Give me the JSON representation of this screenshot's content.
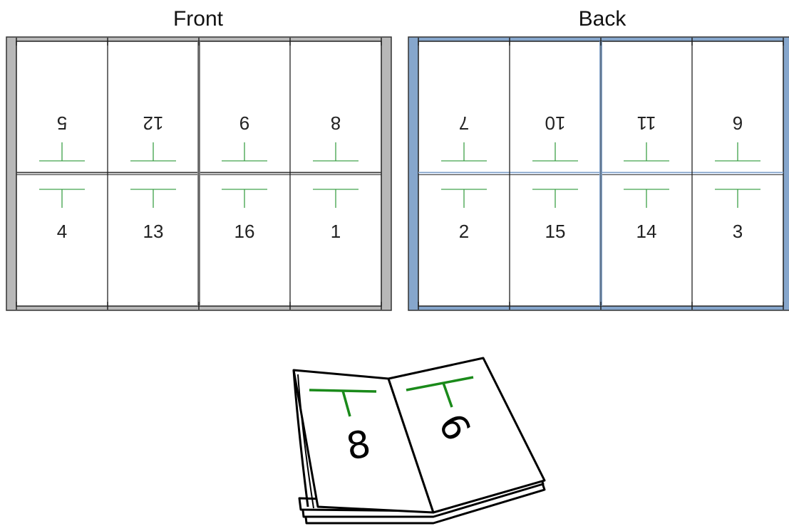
{
  "sheets": {
    "front": {
      "title": "Front",
      "frame_color": "#b8b8b8",
      "top_row": [
        "5",
        "12",
        "9",
        "8"
      ],
      "bottom_row": [
        "4",
        "13",
        "16",
        "1"
      ]
    },
    "back": {
      "title": "Back",
      "frame_color": "#86a6cc",
      "top_row": [
        "7",
        "10",
        "11",
        "6"
      ],
      "bottom_row": [
        "2",
        "15",
        "14",
        "3"
      ]
    }
  },
  "mark_color": "#2e9a3a",
  "booklet": {
    "left_page": "8",
    "right_page": "9",
    "mark_color": "#1a8a1a"
  }
}
